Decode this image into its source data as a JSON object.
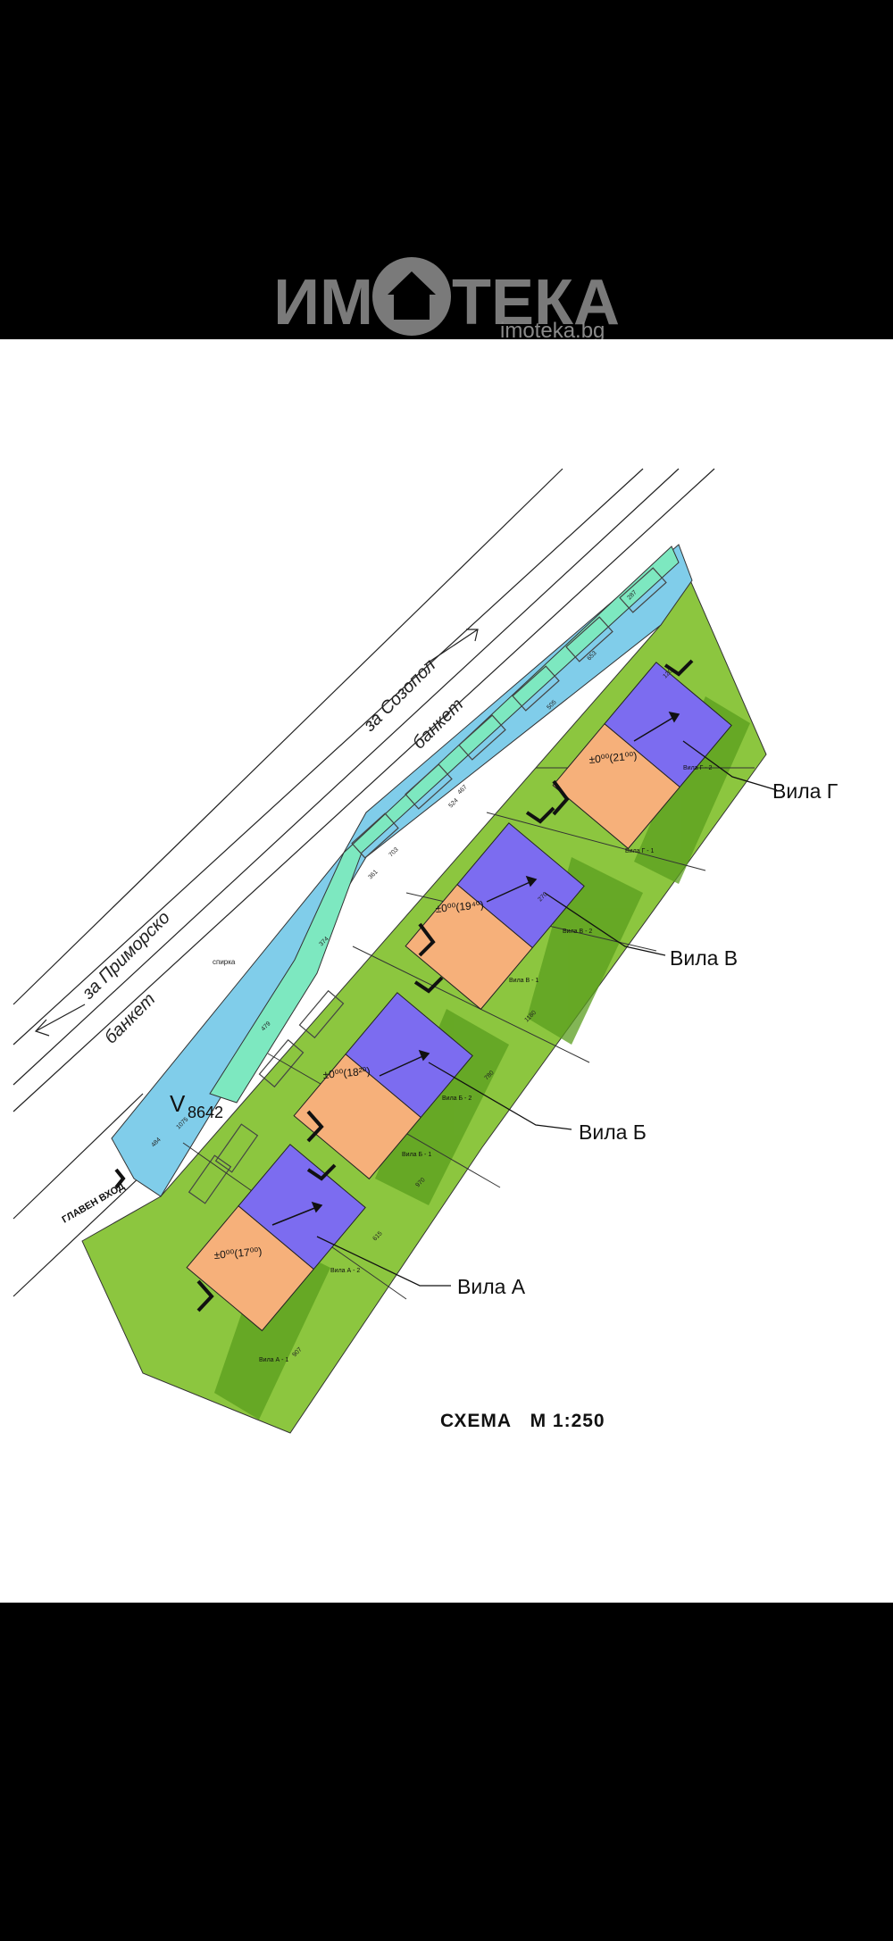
{
  "watermark": {
    "brand_left": "ИМ",
    "brand_right": "ТЕКА",
    "site": "imoteka.bg"
  },
  "plan": {
    "streets": {
      "to_sozopol": "за Созопол",
      "to_primorsko": "за Приморско",
      "shoulder_top": "банкет",
      "shoulder_bottom": "банкет",
      "bus_stop": "спирка"
    },
    "main_entrance": "ГЛАВЕН ВХОД",
    "lot_id": "V",
    "lot_number": "8642",
    "villas": [
      {
        "label": "Вила А",
        "elevation": "±0⁰⁰(17⁰⁰)",
        "unit_1": "Вила А - 1",
        "unit_2": "Вила А - 2"
      },
      {
        "label": "Вила Б",
        "elevation": "±0⁰⁰(18²⁰)",
        "unit_1": "Вила Б - 1",
        "unit_2": "Вила Б - 2"
      },
      {
        "label": "Вила В",
        "elevation": "±0⁰⁰(19⁴⁰)",
        "unit_1": "Вила В - 1",
        "unit_2": "Вила В - 2"
      },
      {
        "label": "Вила Г",
        "elevation": "±0⁰⁰(21⁰⁰)",
        "unit_1": "Вила Г - 1",
        "unit_2": "Вила Г - 2"
      }
    ],
    "dimensions": [
      "287",
      "653",
      "505",
      "467",
      "524",
      "703",
      "361",
      "374",
      "479",
      "484",
      "1075",
      "1180",
      "970",
      "780",
      "615",
      "907",
      "120",
      "270"
    ]
  },
  "caption": {
    "scheme": "СХЕМА",
    "scale": "М 1:250"
  },
  "colors": {
    "lot_green": "#8cc63f",
    "lot_dark_green": "#5a9e1e",
    "road_blue": "#80cdea",
    "parking_mint": "#7de8c0",
    "house_orange": "#f6b07a",
    "house_violet": "#7c6cf0"
  }
}
